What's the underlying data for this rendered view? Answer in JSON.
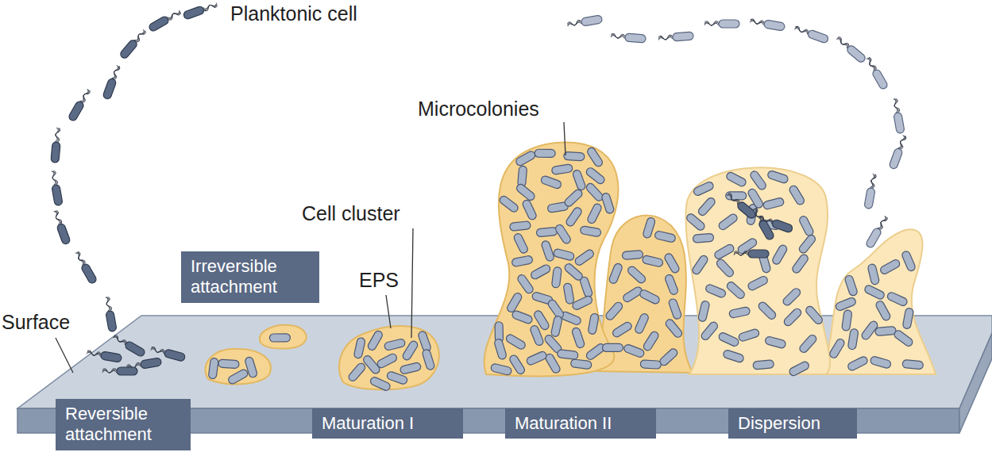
{
  "diagram": {
    "nodes": [
      {
        "text": [
          "Reversible attachment"
        ]
      },
      {
        "text": [
          "Irreversible attachment"
        ]
      },
      {
        "text": [
          "Maturation I"
        ]
      },
      {
        "text": [
          "Maturation II"
        ]
      },
      {
        "text": [
          "Dispersion"
        ]
      }
    ],
    "labels": [
      "Planktonic cell",
      "Surface",
      "Cell cluster",
      "EPS",
      "Microcolonies"
    ]
  }
}
